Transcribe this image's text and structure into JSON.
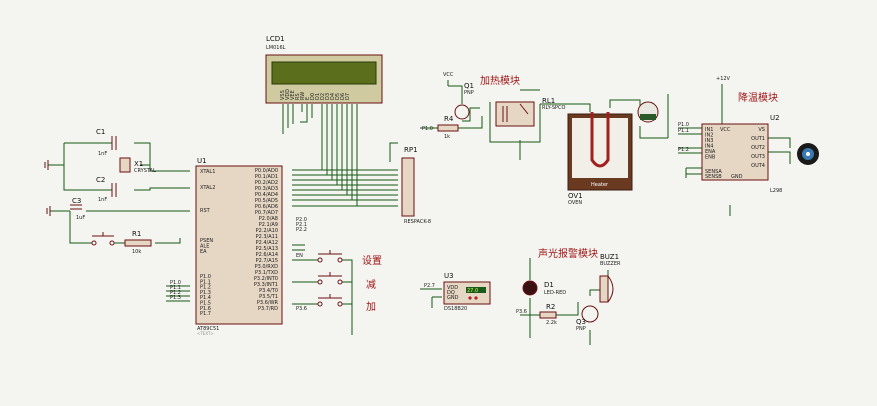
{
  "section_titles": {
    "heating": "加热模块",
    "cooling": "降温模块",
    "alarm": "声光报警模块"
  },
  "button_labels": {
    "set": "设置",
    "minus": "减",
    "plus": "加"
  },
  "refs": {
    "lcd": "LCD1",
    "lcd_model": "LM016L",
    "u1": "U1",
    "u1_model": "AT89C51",
    "c1": "C1",
    "c1_val": "1nF",
    "c2": "C2",
    "c2_val": "1nF",
    "c3": "C3",
    "c3_val": "1uF",
    "x1": "X1",
    "x1_model": "CRYSTAL",
    "r1": "R1",
    "r1_val": "10k",
    "rp1": "RP1",
    "rp1_model": "RESPACK-8",
    "q1": "Q1",
    "q1_type": "PNP",
    "r4": "R4",
    "r4_val": "1k",
    "rl1": "RL1",
    "rl1_model": "RLY-SPCO",
    "ov1": "OV1",
    "ov1_model": "OVEN",
    "heater": "Heater",
    "u2": "U2",
    "u2_model": "L298",
    "vcc12": "+12V",
    "u3": "U3",
    "u3_model": "DS18B20",
    "d1": "D1",
    "d1_model": "LED-RED",
    "r2": "R2",
    "r2_val": "2.2k",
    "q3": "Q3",
    "q3_type": "PNP",
    "buz1": "BUZ1",
    "buz1_model": "BUZZER",
    "text_placeholder": "<TEXT>"
  },
  "u1_left_pins": [
    "XTAL1",
    "XTAL2",
    "RST",
    "PSEN",
    "ALE",
    "EA",
    "P1.0",
    "P1.1",
    "P1.2",
    "P1.3",
    "P1.4",
    "P1.5",
    "P1.6",
    "P1.7"
  ],
  "u1_right_pins": [
    "P0.0/AD0",
    "P0.1/AD1",
    "P0.2/AD2",
    "P0.3/AD3",
    "P0.4/AD4",
    "P0.5/AD5",
    "P0.6/AD6",
    "P0.7/AD7",
    "P2.0/A8",
    "P2.1/A9",
    "P2.2/A10",
    "P2.3/A11",
    "P2.4/A12",
    "P2.5/A13",
    "P2.6/A14",
    "P2.7/A15",
    "P3.0/RXD",
    "P3.1/TXD",
    "P3.2/INT0",
    "P3.3/INT1",
    "P3.4/T0",
    "P3.5/T1",
    "P3.6/WR",
    "P3.7/RD"
  ],
  "u2_left_pins": [
    "IN1",
    "IN2",
    "IN3",
    "IN4",
    "ENA",
    "ENB",
    "SENSA",
    "SENSB"
  ],
  "u2_right_pins": [
    "VS",
    "OUT1",
    "OUT2",
    "OUT3",
    "OUT4"
  ],
  "u2_mid_pins": [
    "VCC",
    "GND"
  ],
  "u3_pins": [
    "VDD",
    "DQ",
    "GND"
  ],
  "u3_display": "27.0",
  "lcd_pins": [
    "VSS",
    "VDD",
    "VEE",
    "RS",
    "RW",
    "E",
    "D0",
    "D1",
    "D2",
    "D3",
    "D4",
    "D5",
    "D6",
    "D7"
  ],
  "net_labels": {
    "u1_p20": "P2.0",
    "u1_p21": "P2.1",
    "u1_p22": "P2.2",
    "u1_en": "EN",
    "u1_p36": "P3.6",
    "u3_dq": "P2.7",
    "q3_base": "P3.6",
    "q1_base": "P1.0",
    "r4_net": "P1.0",
    "u2_in1": "P1.0",
    "u2_in2": "P1.1",
    "u2_ena": "P1.2",
    "p1_a": "P1.0",
    "p1_b": "P1.1",
    "p1_c": "P1.2",
    "p1_d": "P1.3",
    "q1_vcc": "VCC"
  }
}
